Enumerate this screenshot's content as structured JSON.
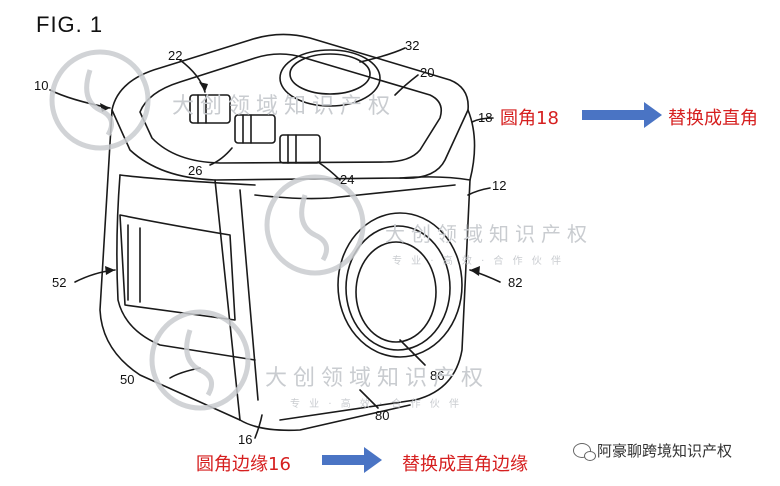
{
  "figure": {
    "title": "FIG. 1",
    "refs": {
      "r10": "10",
      "r22": "22",
      "r32": "32",
      "r20": "20",
      "r18": "18",
      "r12": "12",
      "r26": "26",
      "r24": "24",
      "r52": "52",
      "r82": "82",
      "r50": "50",
      "r86": "86",
      "r80": "80",
      "r16": "16"
    }
  },
  "notes": {
    "top_left": "圆角18",
    "top_right": "替换成直角",
    "bottom_left": "圆角边缘16",
    "bottom_right": "替换成直角边缘"
  },
  "watermark": {
    "main": "大创领域知识产权",
    "sub": "专 业 · 高 效 · 合 作 伙 伴"
  },
  "badge": {
    "label": "阿豪聊跨境知识产权"
  },
  "colors": {
    "note_red": "#d62020",
    "arrow_blue": "#4a74c4",
    "watermark_gray": "#c9ccd0"
  }
}
